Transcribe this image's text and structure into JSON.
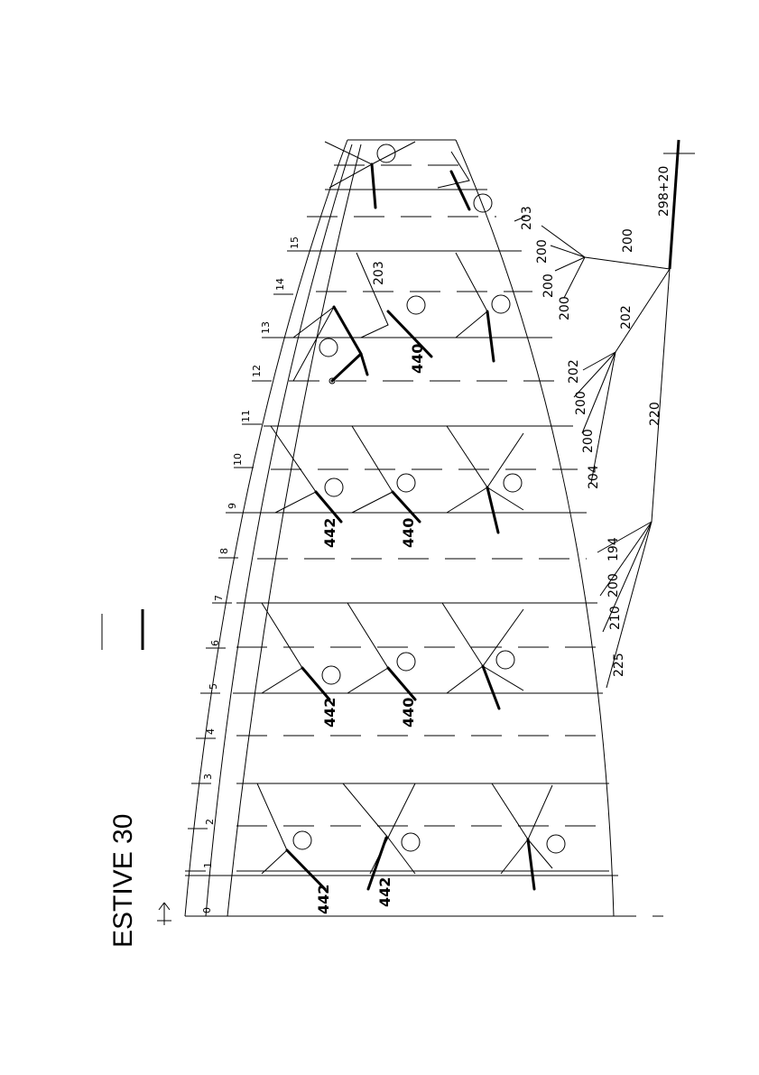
{
  "title": "ESTIVE 30",
  "ruler_marks": [
    "0",
    "1",
    "2",
    "3",
    "4",
    "5",
    "6",
    "7",
    "8",
    "9",
    "10",
    "11",
    "12",
    "13",
    "14",
    "15"
  ],
  "pocket_codes": [
    "442",
    "442",
    "442",
    "440",
    "442",
    "440",
    "203",
    "440"
  ],
  "measurements": {
    "m_203_top": "203",
    "m_200_a": "200",
    "m_200_b": "200",
    "m_200_c": "200",
    "m_202": "202",
    "m_200_d": "200",
    "m_200_e": "200",
    "m_204": "204",
    "m_194": "194",
    "m_200_f": "200",
    "m_210": "210",
    "m_225": "225",
    "m_298": "298+20",
    "m_200_top": "200",
    "m_202_mid": "202",
    "m_220": "220"
  }
}
